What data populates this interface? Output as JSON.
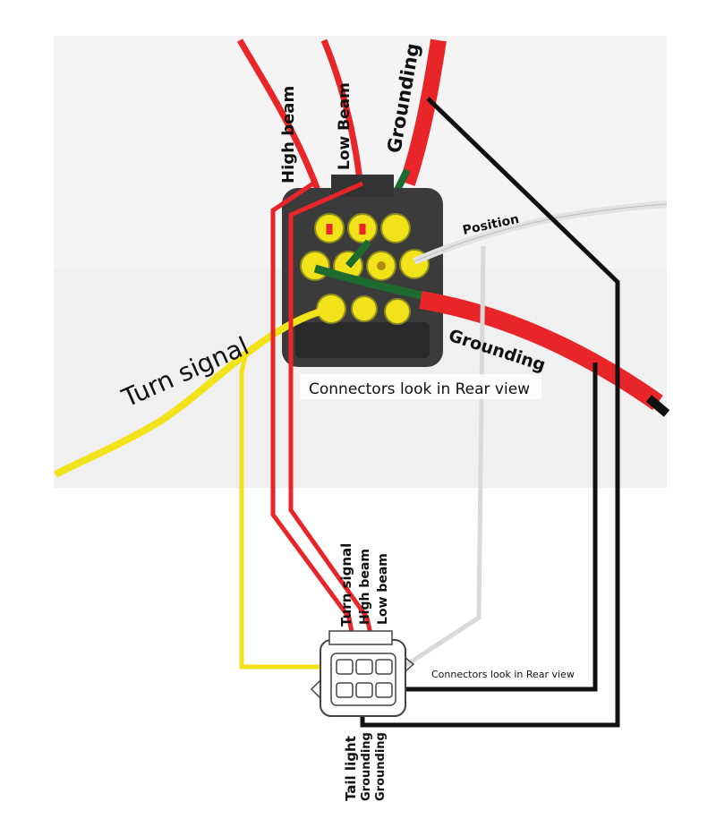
{
  "photo_labels": {
    "high_beam": "High beam",
    "low_beam": "Low Beam",
    "grounding_top": "Grounding",
    "position": "Position",
    "grounding_right": "Grounding",
    "turn_signal": "Turn signal",
    "connector_note": "Connectors look in Rear view"
  },
  "connector_labels": {
    "turn_signal": "Turn signal",
    "high_beam": "High beam",
    "low_beam": "Low beam",
    "connector_note": "Connectors look in Rear view",
    "tail_light": "Tail light",
    "grounding_1": "Grounding",
    "grounding_2": "Grounding"
  },
  "colors": {
    "red": "#e8262a",
    "yellow": "#f2e21a",
    "white_wire": "#d9d9d9",
    "black": "#111111",
    "green": "#1e6b2f"
  }
}
